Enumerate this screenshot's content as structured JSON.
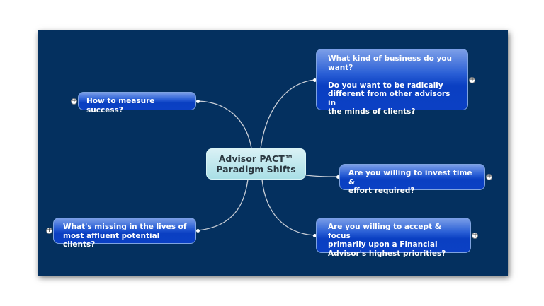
{
  "central_topic": {
    "line1": "Advisor PACT™",
    "line2": "Paradigm Shifts"
  },
  "topics": [
    {
      "lines": [
        "How to measure success?"
      ]
    },
    {
      "lines": [
        "What's missing in the lives of",
        "most affluent potential clients?"
      ]
    },
    {
      "lines": [
        "What kind of business do you",
        "want?",
        "",
        "Do you want to be radically",
        "different from other advisors in",
        "the minds of clients?"
      ]
    },
    {
      "lines": [
        "Are you willing to invest time &",
        "effort required?"
      ]
    },
    {
      "lines": [
        "Are you willing to accept & focus",
        "primarily upon a Financial",
        "Advisor's highest priorities?"
      ]
    }
  ],
  "expand_symbol": "+",
  "colors": {
    "background": "#04305f",
    "topic": "#0b40c4",
    "central": "#a9dfe6"
  }
}
